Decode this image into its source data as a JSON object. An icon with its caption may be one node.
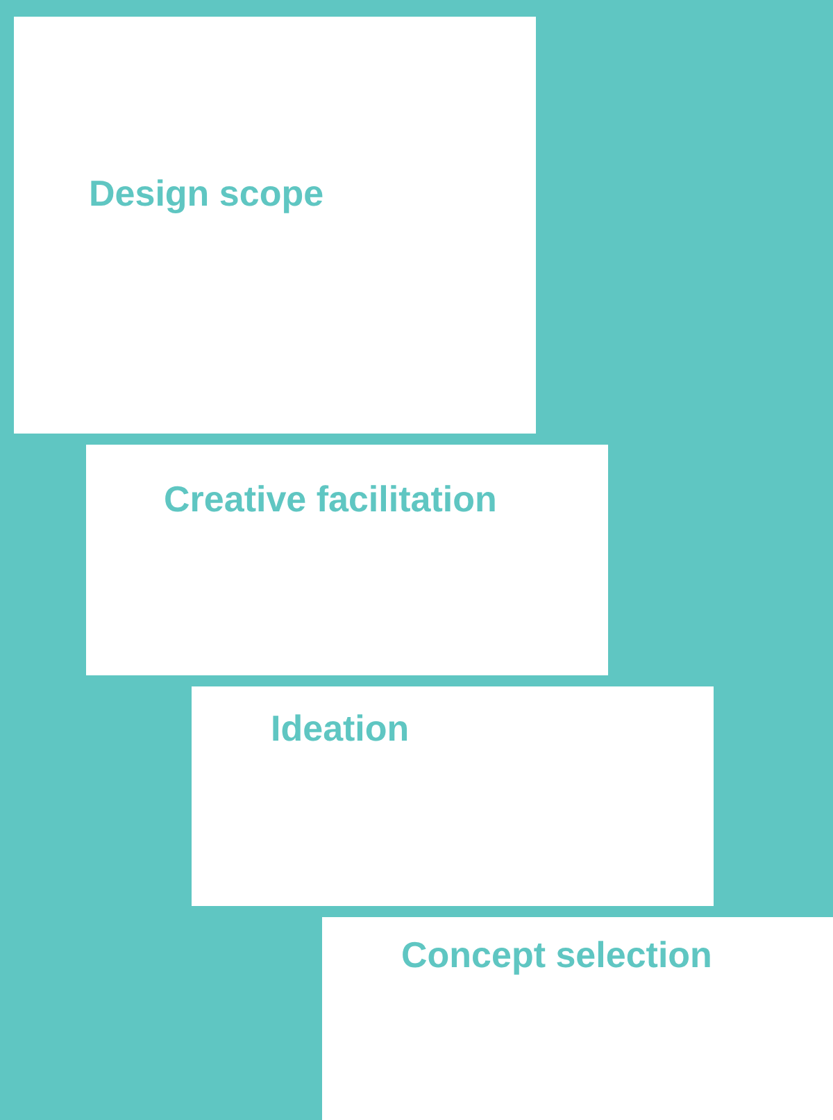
{
  "diagram": {
    "nodes": [
      {
        "text": [
          "Design scope"
        ]
      },
      {
        "text": [
          "Creative facilitation"
        ]
      },
      {
        "text": [
          "Ideation"
        ]
      },
      {
        "text": [
          "Concept selection"
        ]
      }
    ]
  }
}
